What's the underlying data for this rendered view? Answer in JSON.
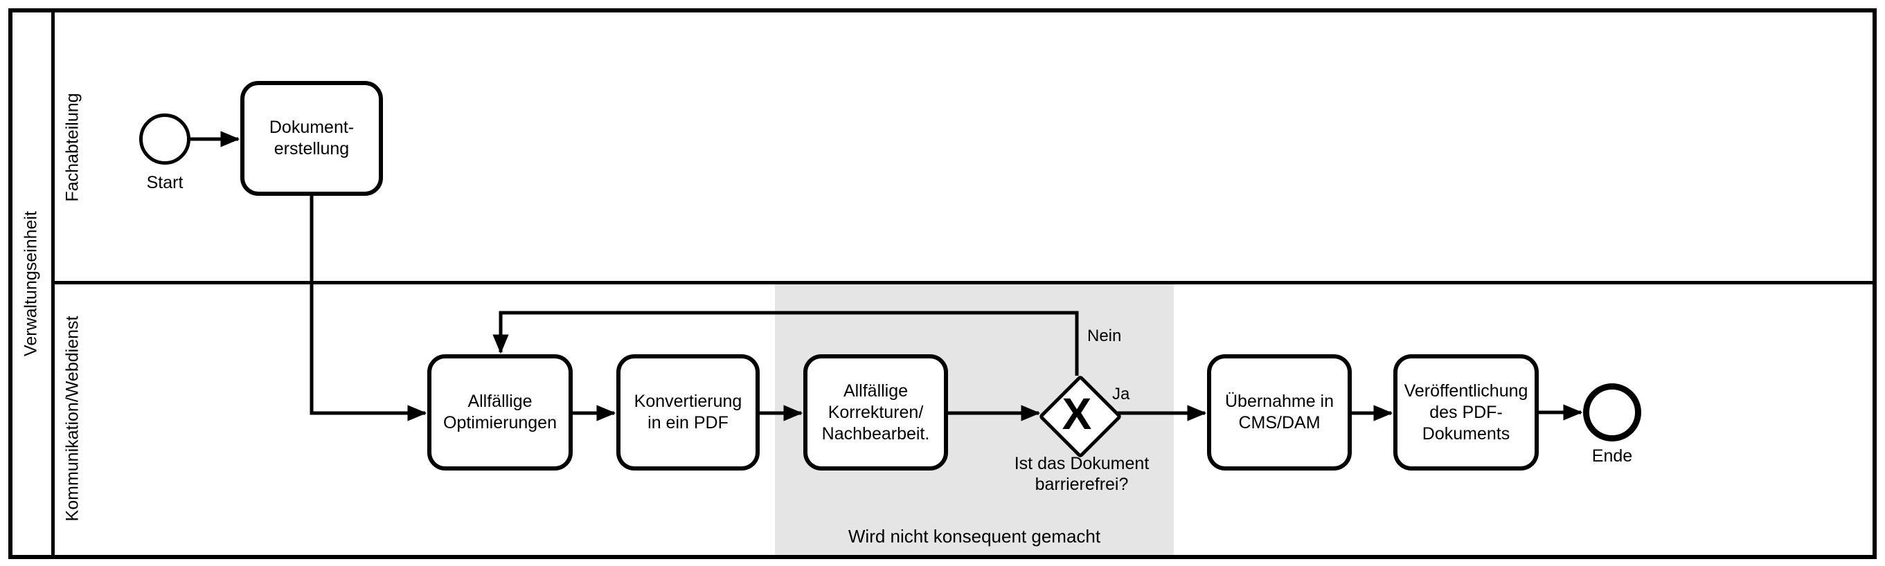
{
  "diagram": {
    "pool_label": "Verwaltungseinheit",
    "lanes": [
      "Fachabteilung",
      "Kommunikation/Webdienst"
    ],
    "start_event": "Start",
    "end_event": "Ende",
    "tasks": [
      "Dokument-\nerstellung",
      "Allfällige\nOptimierungen",
      "Konvertierung\nin ein PDF",
      "Allfällige\nKorrekturen/\nNachbearbeit.",
      "Übernahme in\nCMS/DAM",
      "Veröffentlichung\ndes PDF-\nDokuments"
    ],
    "gateway": {
      "marker": "X",
      "question": "Ist das Dokument\nbarrierefrei?",
      "branch_yes": "Ja",
      "branch_no": "Nein"
    },
    "annotation": "Wird nicht konsequent gemacht",
    "colors": {
      "line": "#000000",
      "background": "#ffffff",
      "highlight_region": "#e5e5e5"
    }
  }
}
